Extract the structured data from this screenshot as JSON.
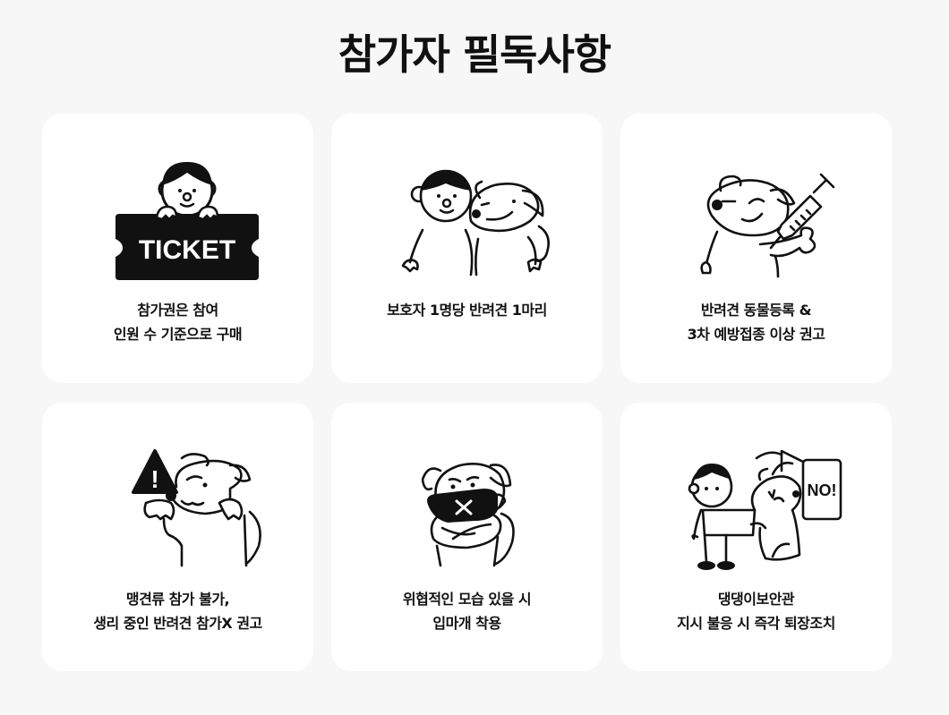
{
  "header": {
    "title": "참가자 필독사항"
  },
  "colors": {
    "background": "#f7f7f7",
    "card": "#ffffff",
    "ink": "#111111"
  },
  "cards": [
    {
      "illustration": "ticket-illustration",
      "icon_text": "TICKET",
      "lines": [
        "참가권은 참여",
        "인원 수 기준으로 구매"
      ]
    },
    {
      "illustration": "guardian-with-dog-illustration",
      "lines": [
        "보호자 1명당 반려견 1마리"
      ]
    },
    {
      "illustration": "dog-vaccination-illustration",
      "lines": [
        "반려견 동물등록 &",
        "3차 예방접종 이상 권고"
      ]
    },
    {
      "illustration": "warning-dog-illustration",
      "icon_text": "!",
      "lines": [
        "맹견류 참가 불가,",
        "생리 중인 반려견 참가X 권고"
      ]
    },
    {
      "illustration": "muzzled-dog-illustration",
      "lines": [
        "위협적인 모습 있을 시",
        "입마개 착용"
      ]
    },
    {
      "illustration": "exit-door-illustration",
      "icon_text": "NO!",
      "lines": [
        "댕댕이보안관",
        "지시 불응 시 즉각 퇴장조치"
      ]
    }
  ]
}
